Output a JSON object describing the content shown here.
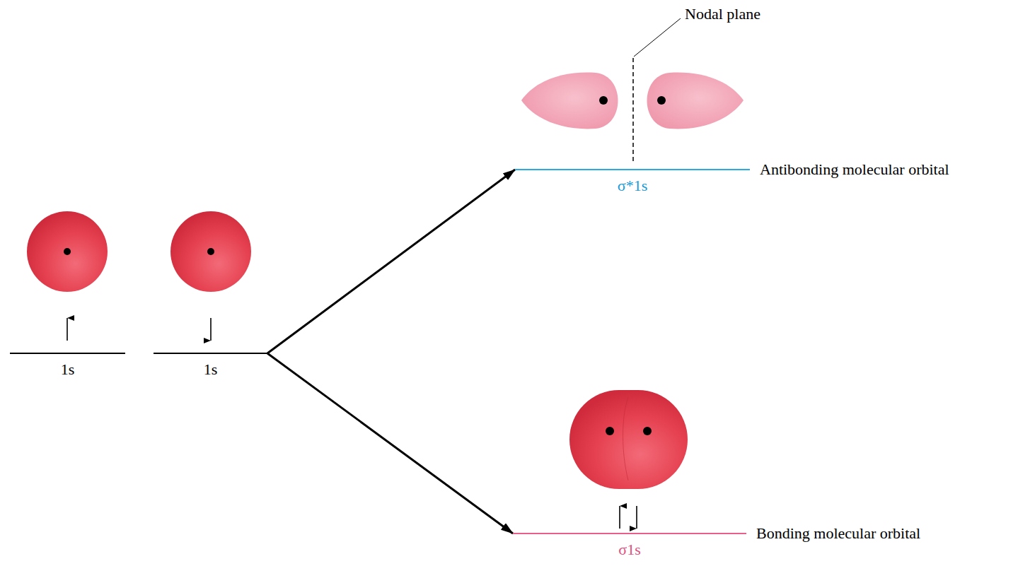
{
  "diagram": {
    "nodes": [
      {
        "text": [
          "1s"
        ]
      },
      {
        "text": [
          "1s"
        ]
      },
      {
        "text": [
          "σ*1s",
          "Antibonding molecular orbital"
        ]
      },
      {
        "text": [
          "σ1s",
          "Bonding molecular orbital"
        ]
      }
    ],
    "edges": [
      {
        "from": 1,
        "to": 2,
        "arrow": "to"
      },
      {
        "from": 1,
        "to": 3,
        "arrow": "to"
      }
    ],
    "labels": [
      "Nodal plane"
    ]
  }
}
